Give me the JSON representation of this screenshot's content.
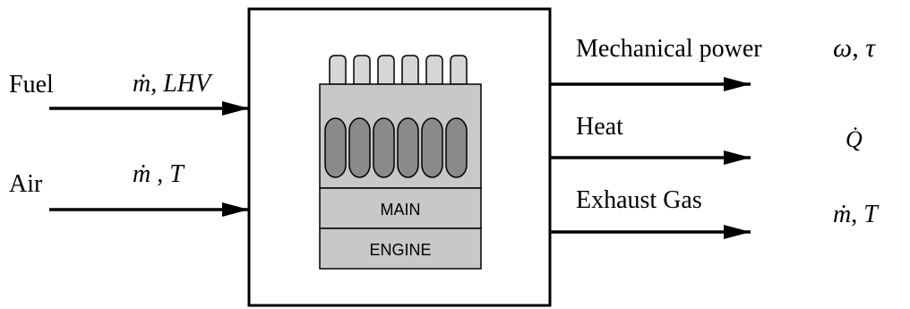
{
  "inputs": {
    "fuel": {
      "label": "Fuel",
      "var_m": "ṁ",
      "var_sep": ",",
      "var_q": "LHV"
    },
    "air": {
      "label": "Air",
      "var_m": "ṁ",
      "var_sep": ",",
      "var_q": "T"
    }
  },
  "engine": {
    "line1": "MAIN",
    "line2": "ENGINE"
  },
  "outputs": {
    "mechanical": {
      "label": "Mechanical power",
      "var_a": "ω",
      "var_sep": ",",
      "var_b": "τ"
    },
    "heat": {
      "label": "Heat",
      "var_a": "Q̇"
    },
    "exhaust": {
      "label": "Exhaust Gas",
      "var_a": "ṁ",
      "var_sep": ",",
      "var_b": "T"
    }
  },
  "colors": {
    "stroke": "#000000",
    "engine_body": "#c8c8c8",
    "cylinder": "#8a8a8a",
    "cap": "#d6d6d6"
  }
}
